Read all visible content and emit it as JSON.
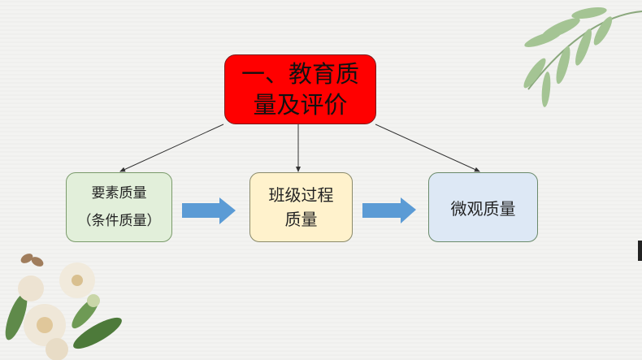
{
  "diagram": {
    "root": {
      "line1": "一、教育质",
      "line2": "量及评价"
    },
    "nodes": [
      {
        "line1": "要素质量",
        "line2": "（条件质量）"
      },
      {
        "line1": "班级过程",
        "line2": "质量"
      },
      {
        "line1": "微观质量"
      }
    ],
    "colors": {
      "root": "#ff0000",
      "node1": "#e2efda",
      "node2": "#fff2cc",
      "node3": "#dde8f5",
      "arrow": "#5b9bd5"
    }
  }
}
